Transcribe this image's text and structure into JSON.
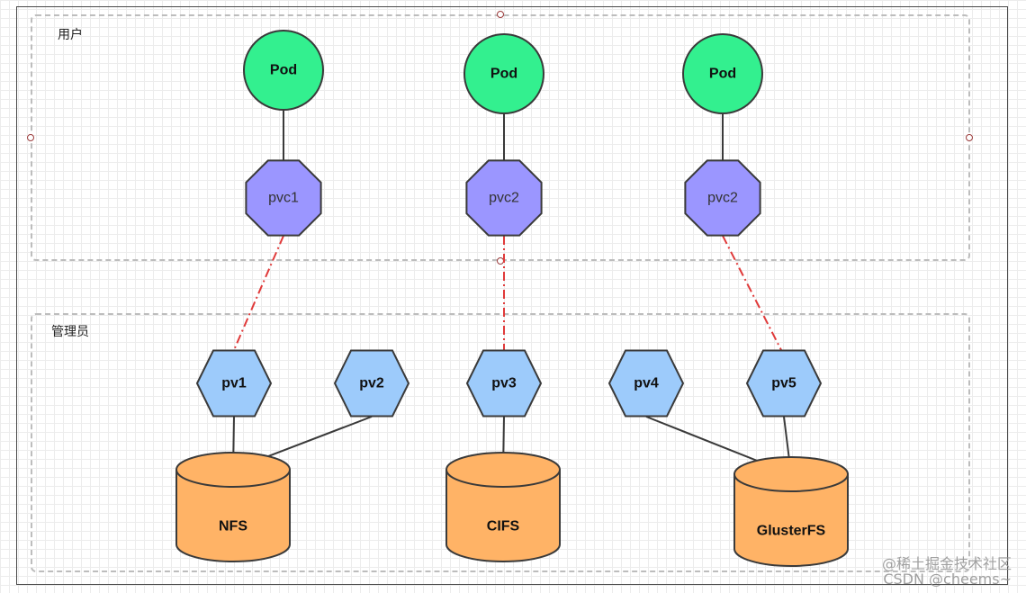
{
  "groups": {
    "user": {
      "label": "用户"
    },
    "admin": {
      "label": "管理员"
    }
  },
  "pods": [
    {
      "label": "Pod"
    },
    {
      "label": "Pod"
    },
    {
      "label": "Pod"
    }
  ],
  "pvcs": [
    {
      "label": "pvc1"
    },
    {
      "label": "pvc2"
    },
    {
      "label": "pvc2"
    }
  ],
  "pvs": [
    {
      "label": "pv1"
    },
    {
      "label": "pv2"
    },
    {
      "label": "pv3"
    },
    {
      "label": "pv4"
    },
    {
      "label": "pv5"
    }
  ],
  "storages": [
    {
      "label": "NFS"
    },
    {
      "label": "CIFS"
    },
    {
      "label": "GlusterFS"
    }
  ],
  "watermark": {
    "line1": "@稀土掘金技术社区",
    "line2": "CSDN @cheems~"
  },
  "colors": {
    "pod_fill": "#33f08f",
    "pvc_fill": "#9b96ff",
    "pv_fill": "#9dcbfb",
    "storage_fill": "#ffb366",
    "stroke": "#3a3a3a",
    "binding_line": "#e03a3a"
  }
}
